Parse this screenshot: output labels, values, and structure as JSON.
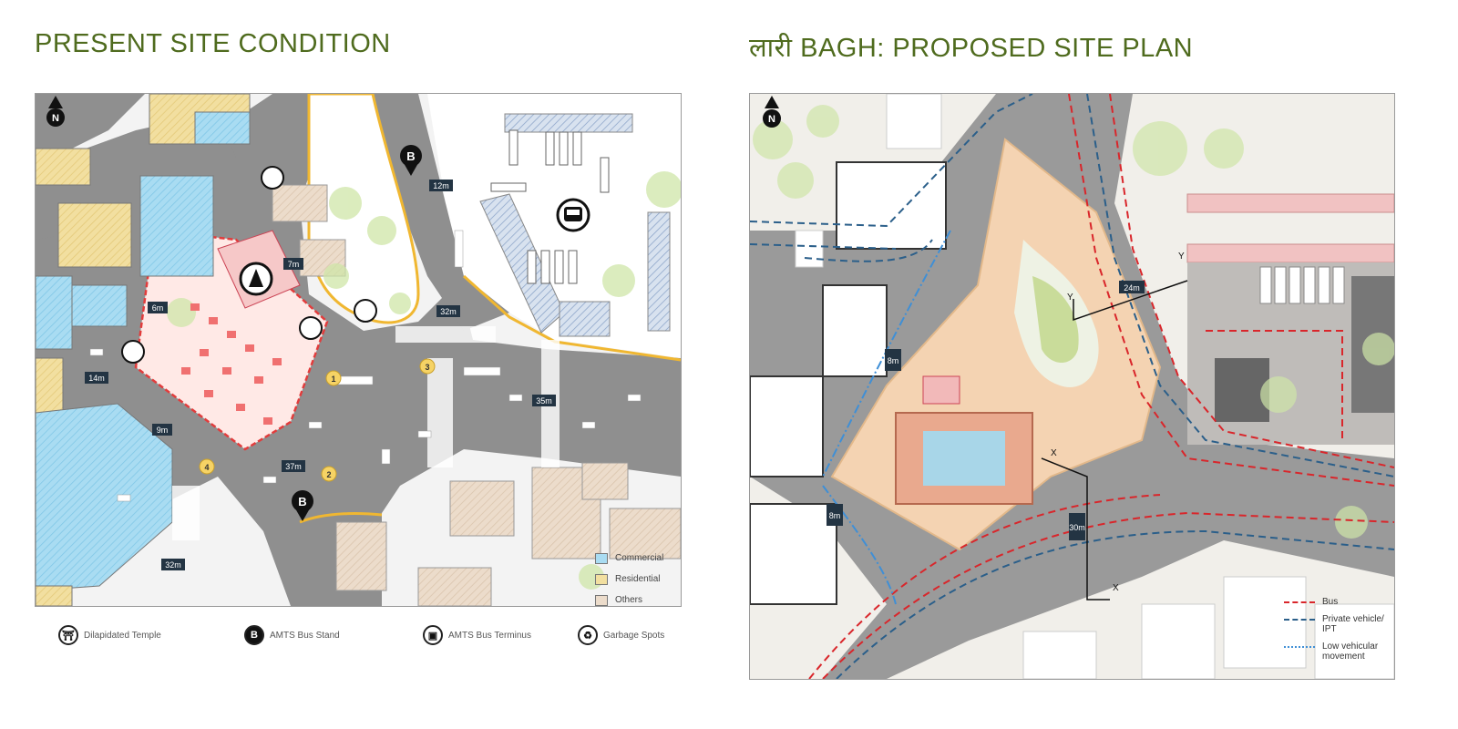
{
  "titles": {
    "left": "PRESENT SITE CONDITION",
    "right": "लारी BAGH: PROPOSED SITE PLAN"
  },
  "left_map": {
    "north": "N",
    "bus_stop_marker": "B",
    "numbered_markers": [
      "1",
      "2",
      "3",
      "4"
    ],
    "dimensions": [
      "12m",
      "7m",
      "32m",
      "6m",
      "14m",
      "9m",
      "37m",
      "35m",
      "32m"
    ],
    "landuse_legend": [
      {
        "label": "Commercial",
        "color": "#a9dcf2"
      },
      {
        "label": "Residential",
        "color": "#f2dfa0"
      },
      {
        "label": "Others",
        "color": "#ecdccb"
      }
    ]
  },
  "symbol_legend": [
    {
      "icon": "temple-icon",
      "label": "Dilapidated Temple"
    },
    {
      "icon": "bus-stand-icon",
      "label": "AMTS Bus Stand"
    },
    {
      "icon": "bus-terminus-icon",
      "label": "AMTS Bus Terminus"
    },
    {
      "icon": "garbage-icon",
      "label": "Garbage Spots"
    }
  ],
  "right_map": {
    "north": "N",
    "dimensions": [
      "24m",
      "8m",
      "8m",
      "30m"
    ],
    "section_markers": [
      "Y",
      "Y",
      "X",
      "X"
    ],
    "flow_legend": [
      {
        "label": "Bus",
        "color": "#d9262b",
        "style": "dashed"
      },
      {
        "label": "Private vehicle/ IPT",
        "color": "#2b5f8a",
        "style": "dashed"
      },
      {
        "label": "Low vehicular movement",
        "color": "#3f8fd6",
        "style": "dashdot"
      }
    ]
  },
  "colors": {
    "title": "#4f6b1e",
    "road": "#8f8f8f",
    "bus_route": "#d9262b",
    "private_route": "#2b5f8a",
    "low_route": "#3f8fd6"
  }
}
